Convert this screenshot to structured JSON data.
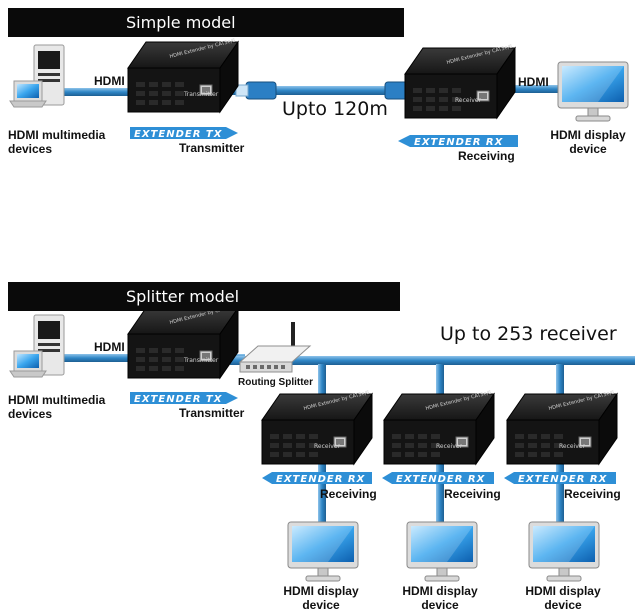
{
  "sections": {
    "simple": {
      "title": "Simple model"
    },
    "splitter": {
      "title": "Splitter model"
    }
  },
  "simple": {
    "hdmi_label": "HDMI",
    "hdmi_label_rx": "HDMI",
    "source_label_line1": "HDMI multimedia",
    "source_label_line2": "devices",
    "tx_badge": "EXTENDER TX",
    "tx_caption": "Transmitter",
    "distance": "Upto 120m",
    "rx_badge": "EXTENDER RX",
    "rx_caption": "Receiving",
    "display_label_line1": "HDMI display",
    "display_label_line2": "device",
    "tx_unit_text": "HDMI Extender by CAT5e/6",
    "tx_unit_side": "Transmitter",
    "rx_unit_text": "HDMI Extender by CAT5e/6",
    "rx_unit_side": "Receiver"
  },
  "splitter": {
    "hdmi_label": "HDMI",
    "source_label_line1": "HDMI multimedia",
    "source_label_line2": "devices",
    "tx_badge": "EXTENDER TX",
    "tx_caption": "Transmitter",
    "router_caption": "Routing Splitter",
    "max_receivers": "Up to 253 receiver",
    "tx_unit_text": "HDMI Extender by CAT5e/6",
    "tx_unit_side": "Transmitter",
    "receivers": [
      {
        "unit_text": "HDMI Extender by CAT5e/6",
        "unit_side": "Receiver",
        "badge": "EXTENDER RX",
        "caption": "Receiving",
        "display_line1": "HDMI display",
        "display_line2": "device"
      },
      {
        "unit_text": "HDMI Extender by CAT5e/6",
        "unit_side": "Receiver",
        "badge": "EXTENDER RX",
        "caption": "Receiving",
        "display_line1": "HDMI display",
        "display_line2": "device"
      },
      {
        "unit_text": "HDMI Extender by CAT5e/6",
        "unit_side": "Receiver",
        "badge": "EXTENDER RX",
        "caption": "Receiving",
        "display_line1": "HDMI display",
        "display_line2": "device"
      }
    ]
  },
  "colors": {
    "cable": "#2f86c6",
    "cable_light": "#8ec3ea",
    "badge": "#2e8fd6",
    "device_body": "#121212",
    "header_bg": "#0a0a0a"
  }
}
